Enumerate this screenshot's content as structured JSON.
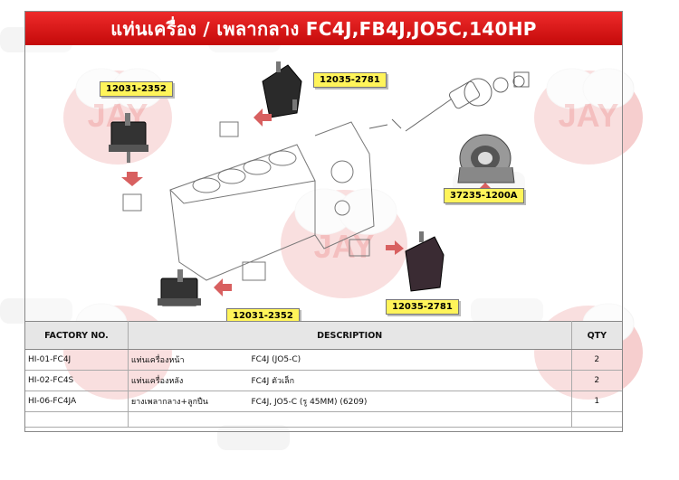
{
  "title": "แท่นเครื่อง / เพลากลาง FC4J,FB4J,JO5C,140HP",
  "watermark_text": "JAY",
  "callouts": {
    "front_mount_top": "12031-2352",
    "rear_mount_top": "12035-2781",
    "center_bearing": "37235-1200A",
    "rear_mount_bottom": "12035-2781",
    "front_mount_bottom": "12031-2352"
  },
  "table": {
    "headers": {
      "factory_no": "FACTORY NO.",
      "description": "DESCRIPTION",
      "qty": "QTY"
    },
    "rows": [
      {
        "factory_no": "HI-01-FC4J",
        "name": "แท่นเครื่องหน้า",
        "spec": "FC4J (JO5-C)",
        "qty": "2"
      },
      {
        "factory_no": "HI-02-FC4S",
        "name": "แท่นเครื่องหลัง",
        "spec": "FC4J ตัวเล็ก",
        "qty": "2"
      },
      {
        "factory_no": "HI-06-FC4JA",
        "name": "ยางเพลากลาง+ลูกปืน",
        "spec": "FC4J, JO5-C (รู 45MM) (6209)",
        "qty": "1"
      }
    ]
  },
  "colors": {
    "title_bg": "#d81818",
    "callout_bg": "#fff45a",
    "watermark": "#d62020"
  }
}
